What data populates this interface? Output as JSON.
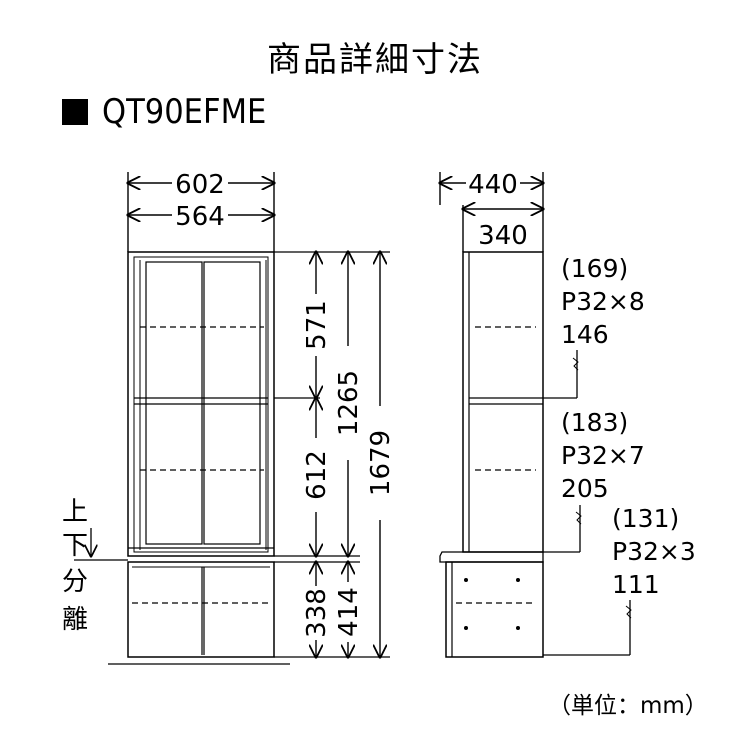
{
  "title": "商品詳細寸法",
  "model": "QT90EFME",
  "unit_note": "（単位：mm）",
  "front_view": {
    "width_outer": "602",
    "width_inner": "564",
    "height_upper_shelf": "571",
    "height_lower_shelf": "612",
    "height_upper_unit": "1265",
    "height_total": "1679",
    "height_drawer": "338",
    "height_lower_unit": "414",
    "split_label": [
      "上",
      "下",
      "分",
      "離"
    ]
  },
  "side_view": {
    "depth_outer": "440",
    "depth_inner": "340",
    "notes": [
      {
        "line1": "(169)",
        "line2": "P32×8",
        "line3": "146"
      },
      {
        "line1": "(183)",
        "line2": "P32×7",
        "line3": "205"
      },
      {
        "line1": "(131)",
        "line2": "P32×3",
        "line3": "111"
      }
    ]
  }
}
